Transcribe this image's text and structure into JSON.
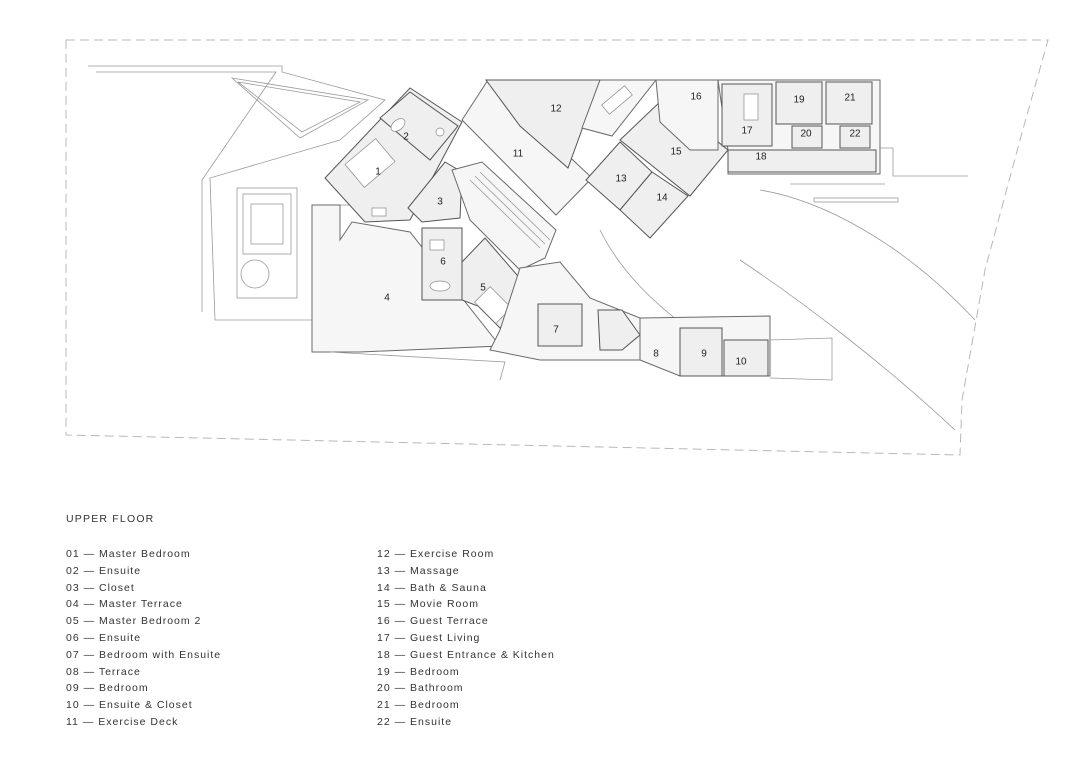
{
  "plan": {
    "labels": [
      "1",
      "2",
      "3",
      "4",
      "5",
      "6",
      "7",
      "8",
      "9",
      "10",
      "11",
      "12",
      "13",
      "14",
      "15",
      "16",
      "17",
      "18",
      "19",
      "20",
      "21",
      "22"
    ]
  },
  "legend": {
    "title": "UPPER FLOOR",
    "left": [
      "01 — Master Bedroom",
      "02 — Ensuite",
      "03 — Closet",
      "04 — Master Terrace",
      "05 — Master Bedroom 2",
      "06 — Ensuite",
      "07 — Bedroom with Ensuite",
      "08 — Terrace",
      "09 — Bedroom",
      "10 — Ensuite & Closet",
      "11 — Exercise Deck"
    ],
    "right": [
      "12 — Exercise Room",
      "13 — Massage",
      "14 — Bath & Sauna",
      "15 — Movie Room",
      "16 — Guest Terrace",
      "17 — Guest Living",
      "18 — Guest Entrance & Kitchen",
      "19 — Bedroom",
      "20 — Bathroom",
      "21 — Bedroom",
      "22 — Ensuite"
    ]
  }
}
